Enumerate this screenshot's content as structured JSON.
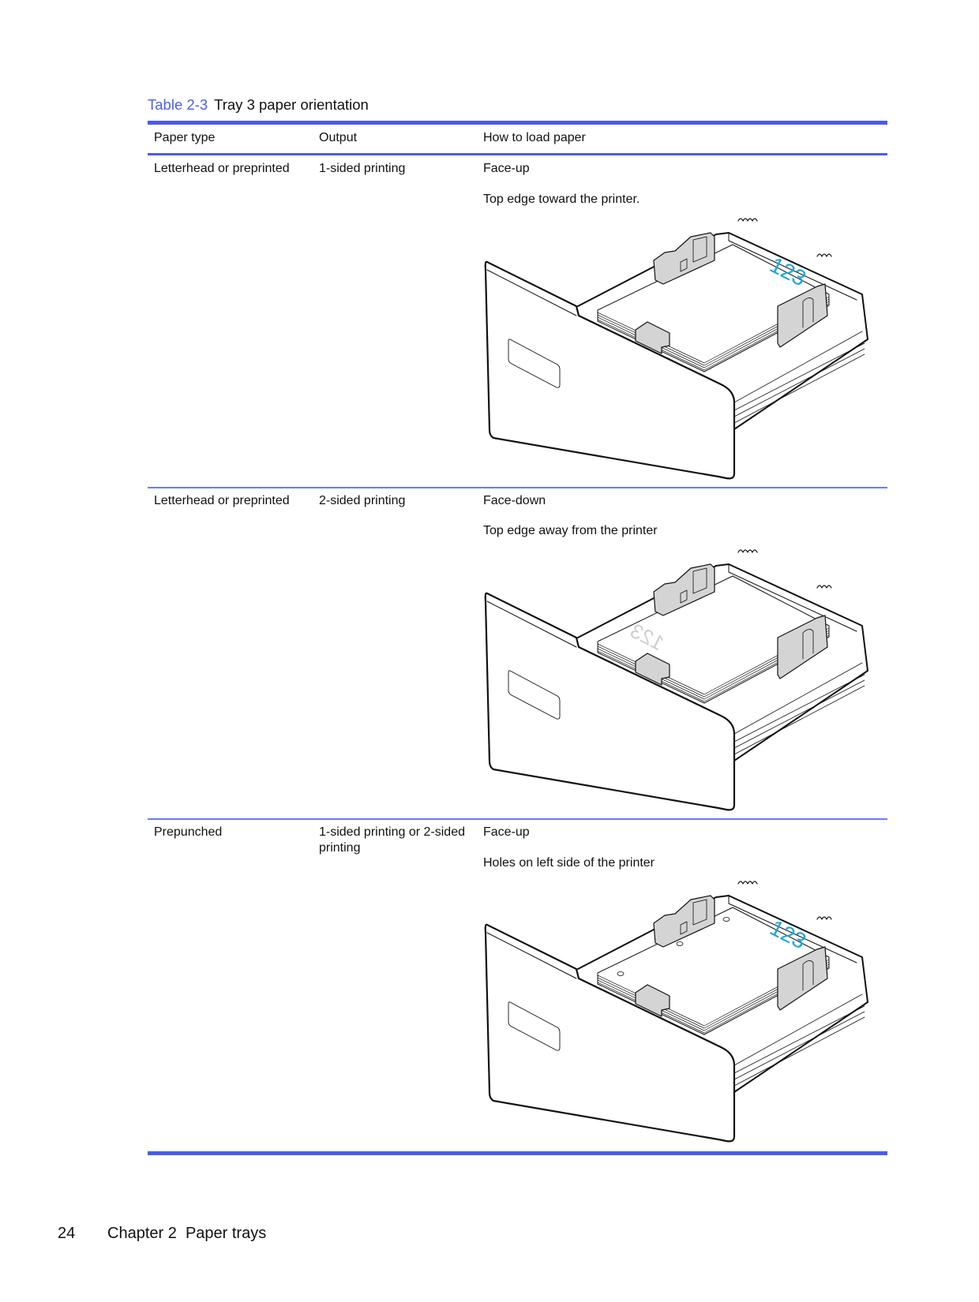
{
  "caption": {
    "number": "Table 2-3",
    "title": "Tray 3 paper orientation"
  },
  "table": {
    "headers": [
      "Paper type",
      "Output",
      "How to load paper"
    ],
    "rows": [
      {
        "paper_type": "Letterhead or preprinted",
        "output": "1-sided printing",
        "face": "Face-up",
        "instruction": "Top edge toward the printer.",
        "illustration_label": "123"
      },
      {
        "paper_type": "Letterhead or preprinted",
        "output": "2-sided printing",
        "face": "Face-down",
        "instruction": "Top edge away from the printer",
        "illustration_label": "123"
      },
      {
        "paper_type": "Prepunched",
        "output_line1": "1-sided printing or 2-sided",
        "output_line2": "printing",
        "face": "Face-up",
        "instruction": "Holes on left side of the printer",
        "illustration_label": "123"
      }
    ]
  },
  "footer": {
    "page_number": "24",
    "chapter": "Chapter 2  Paper trays"
  },
  "colors": {
    "accent": "#4a5af0",
    "label_cyan": "#1aa7d9",
    "guide_gray": "#d4d4d4"
  }
}
